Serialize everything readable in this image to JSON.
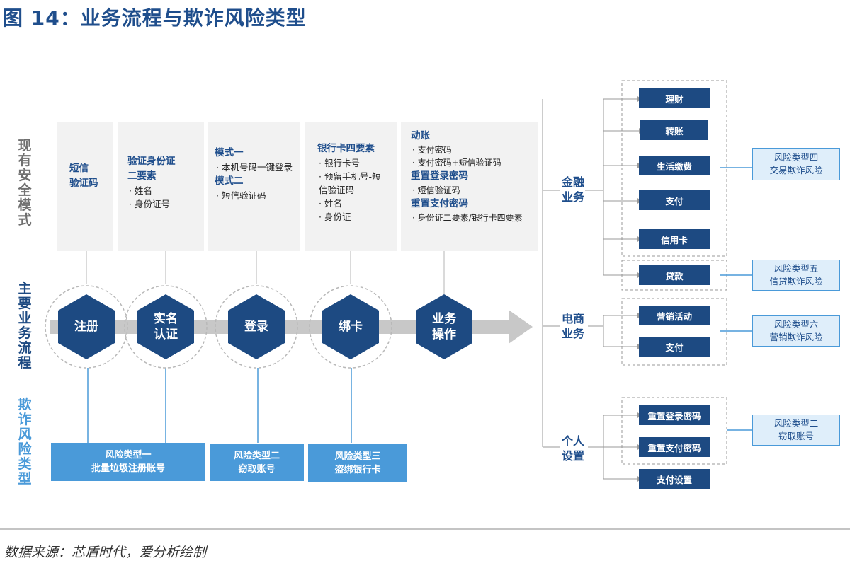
{
  "title": "图 14：业务流程与欺诈风险类型",
  "row_labels": {
    "security": "现有安全模式",
    "flow": "主要业务流程",
    "fraud": "欺诈风险类型"
  },
  "security": [
    {
      "lines": [
        {
          "t": "短信",
          "h": true
        },
        {
          "t": "验证码",
          "h": true
        }
      ]
    },
    {
      "lines": [
        {
          "t": "验证身份证",
          "h": true
        },
        {
          "t": "二要素",
          "h": true
        },
        {
          "t": "·  姓名"
        },
        {
          "t": "·  身份证号"
        }
      ]
    },
    {
      "lines": [
        {
          "t": "模式一",
          "h": true
        },
        {
          "t": "·  本机号码一键登录"
        },
        {
          "t": "模式二",
          "h": true
        },
        {
          "t": "·  短信验证码"
        }
      ]
    },
    {
      "lines": [
        {
          "t": "银行卡四要素",
          "h": true
        },
        {
          "t": "·  银行卡号"
        },
        {
          "t": "·  预留手机号-短"
        },
        {
          "t": "信验证码"
        },
        {
          "t": "·  姓名"
        },
        {
          "t": "·  身份证"
        }
      ]
    },
    {
      "lines": [
        {
          "t": "动账",
          "h": true
        },
        {
          "t": "· 支付密码"
        },
        {
          "t": "· 支付密码+短信验证码"
        },
        {
          "t": "重置登录密码",
          "h": true
        },
        {
          "t": "· 短信验证码"
        },
        {
          "t": "重置支付密码",
          "h": true
        },
        {
          "t": "· 身份证二要素/银行卡四要素"
        }
      ]
    }
  ],
  "flow_steps": [
    {
      "label": "注册"
    },
    {
      "label": "实名\n认证"
    },
    {
      "label": "登录"
    },
    {
      "label": "绑卡"
    },
    {
      "label": "业务\n操作"
    }
  ],
  "fraud_boxes": [
    {
      "line1": "风险类型一",
      "line2": "批量垃圾注册账号"
    },
    {
      "line1": "风险类型二",
      "line2": "窃取账号"
    },
    {
      "line1": "风险类型三",
      "line2": "盗绑银行卡"
    }
  ],
  "categories": [
    {
      "label": "金融\n业务"
    },
    {
      "label": "电商\n业务"
    },
    {
      "label": "个人\n设置"
    }
  ],
  "actions": [
    {
      "label": "理财"
    },
    {
      "label": "转账"
    },
    {
      "label": "生活缴费"
    },
    {
      "label": "支付"
    },
    {
      "label": "信用卡"
    },
    {
      "label": "贷款"
    },
    {
      "label": "营销活动"
    },
    {
      "label": "支付"
    },
    {
      "label": "重置登录密码"
    },
    {
      "label": "重置支付密码"
    },
    {
      "label": "支付设置"
    }
  ],
  "risk_boxes": [
    {
      "line1": "风险类型四",
      "line2": "交易欺诈风险"
    },
    {
      "line1": "风险类型五",
      "line2": "信贷欺诈风险"
    },
    {
      "line1": "风险类型六",
      "line2": "营销欺诈风险"
    },
    {
      "line1": "风险类型二",
      "line2": "窃取账号"
    }
  ],
  "source": "数据来源：芯盾时代，爱分析绘制",
  "colors": {
    "navy": "#1d4a82",
    "blue": "#4a9ad9",
    "title": "#1f4e8c",
    "gray": "#f2f2f2"
  }
}
